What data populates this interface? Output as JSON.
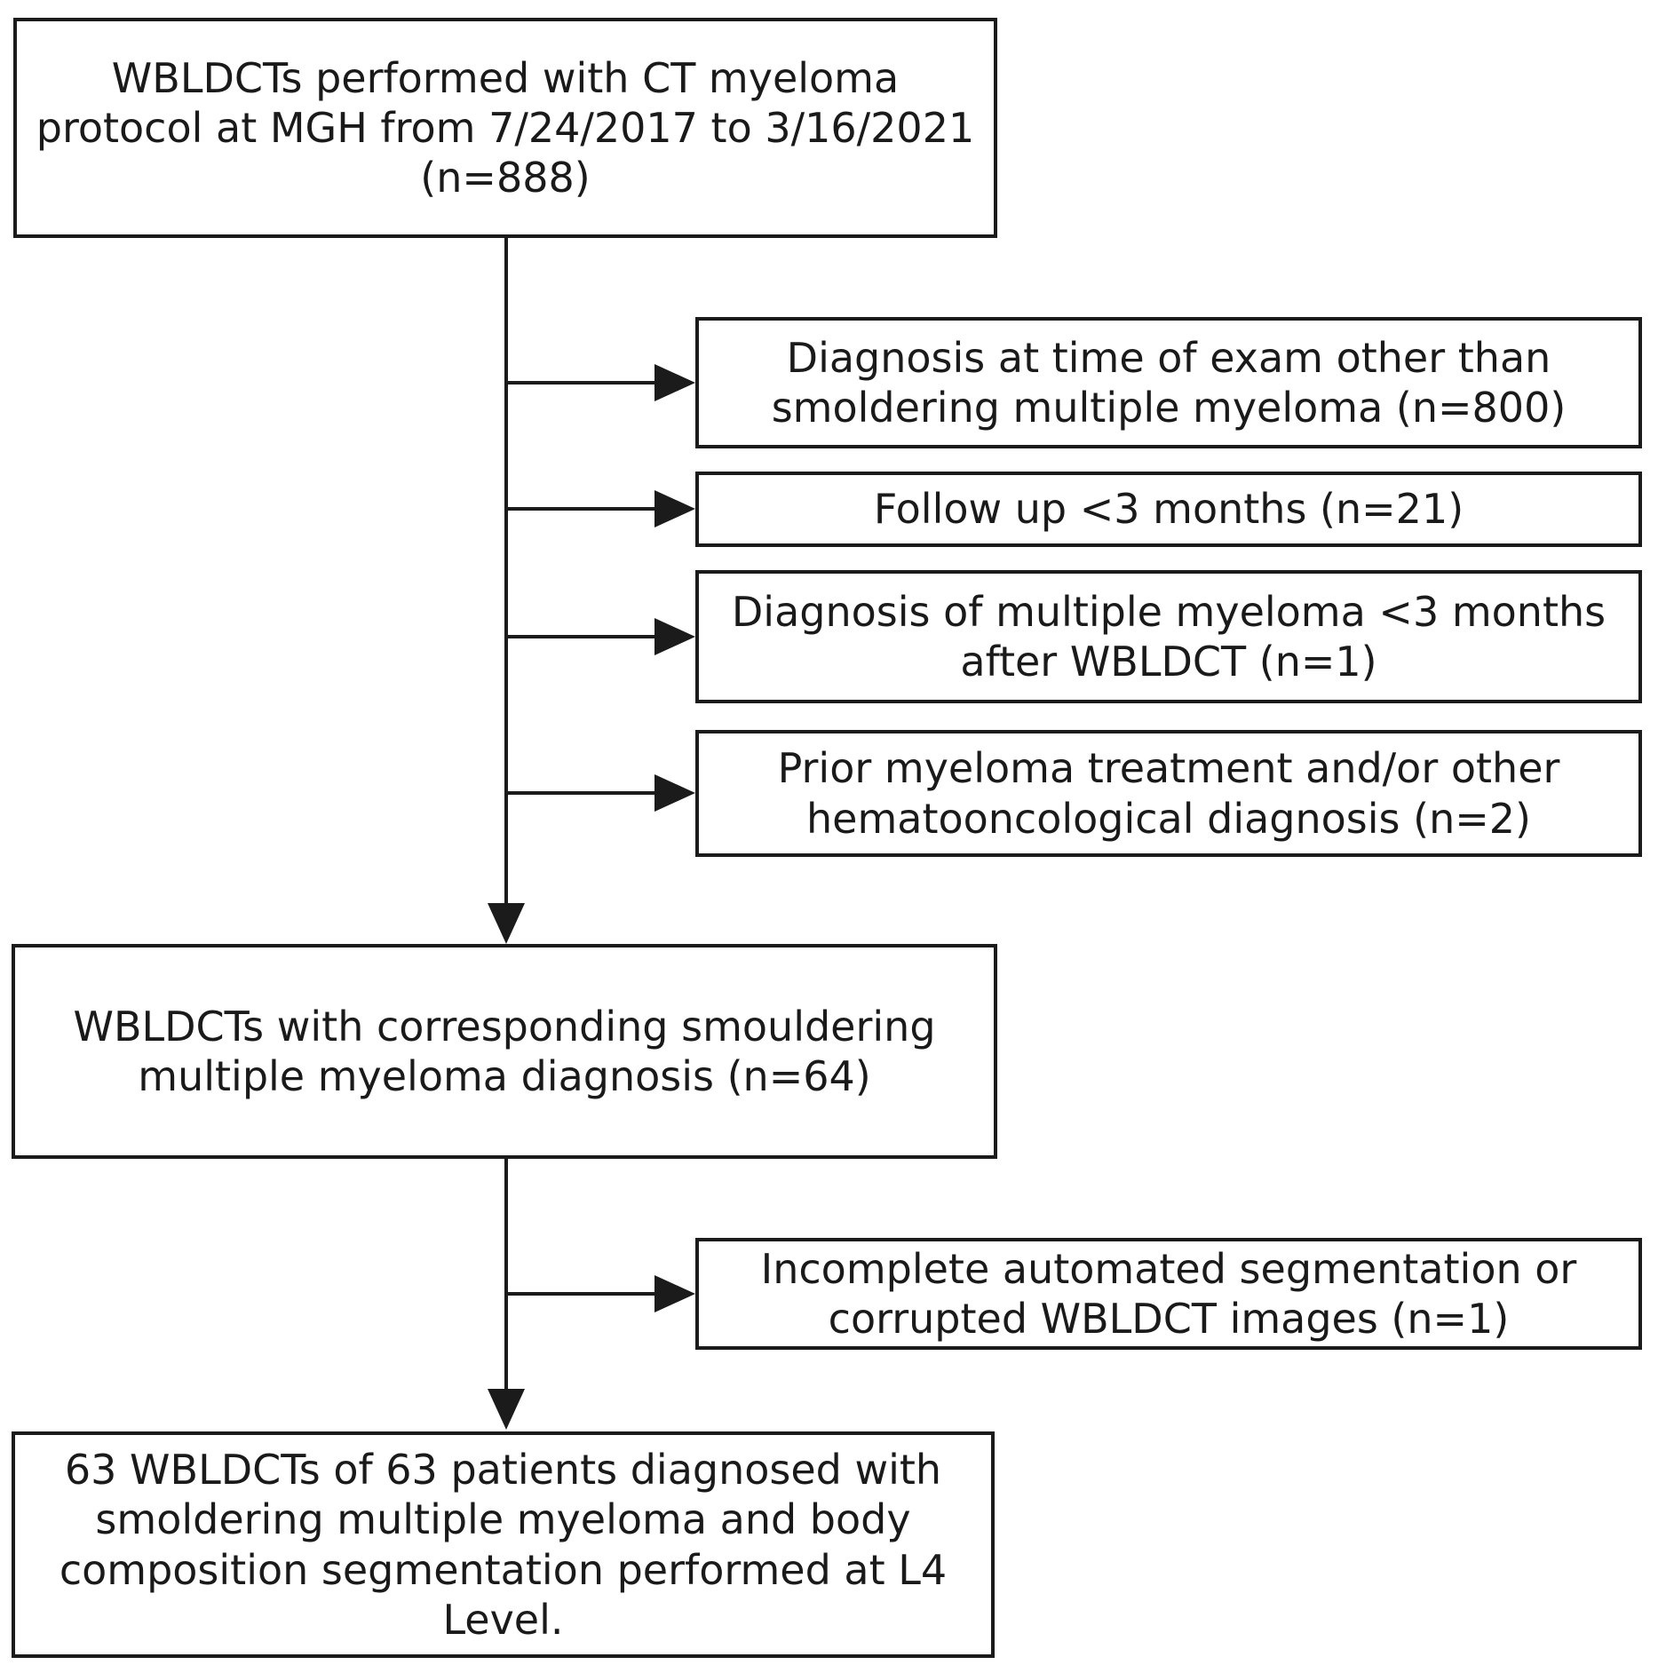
{
  "diagram": {
    "type": "patient-selection-flowchart",
    "colors": {
      "background": "#ffffff",
      "line": "#1b1b1b",
      "text": "#1a1a1a"
    },
    "boxes": {
      "source": {
        "text": "WBLDCTs performed with CT myeloma\nprotocol at MGH from 7/24/2017 to 3/16/2021\n(n=888)",
        "n": 888
      },
      "exclusion1": {
        "text": "Diagnosis at time of exam other than\nsmoldering multiple myeloma (n=800)",
        "n": 800
      },
      "exclusion2": {
        "text": "Follow up <3 months (n=21)",
        "n": 21
      },
      "exclusion3": {
        "text": "Diagnosis of multiple myeloma <3 months\nafter WBLDCT (n=1)",
        "n": 1
      },
      "exclusion4": {
        "text": "Prior myeloma treatment and/or other\nhematooncological diagnosis (n=2)",
        "n": 2
      },
      "cohort": {
        "text": "WBLDCTs with corresponding smouldering\nmultiple myeloma diagnosis (n=64)",
        "n": 64
      },
      "exclusion5": {
        "text": "Incomplete automated segmentation or\ncorrupted WBLDCT images (n=1)",
        "n": 1
      },
      "final": {
        "text": "63 WBLDCTs of 63 patients diagnosed with\nsmoldering multiple myeloma and body\ncomposition segmentation performed at L4\nLevel.",
        "n": 63
      }
    }
  }
}
